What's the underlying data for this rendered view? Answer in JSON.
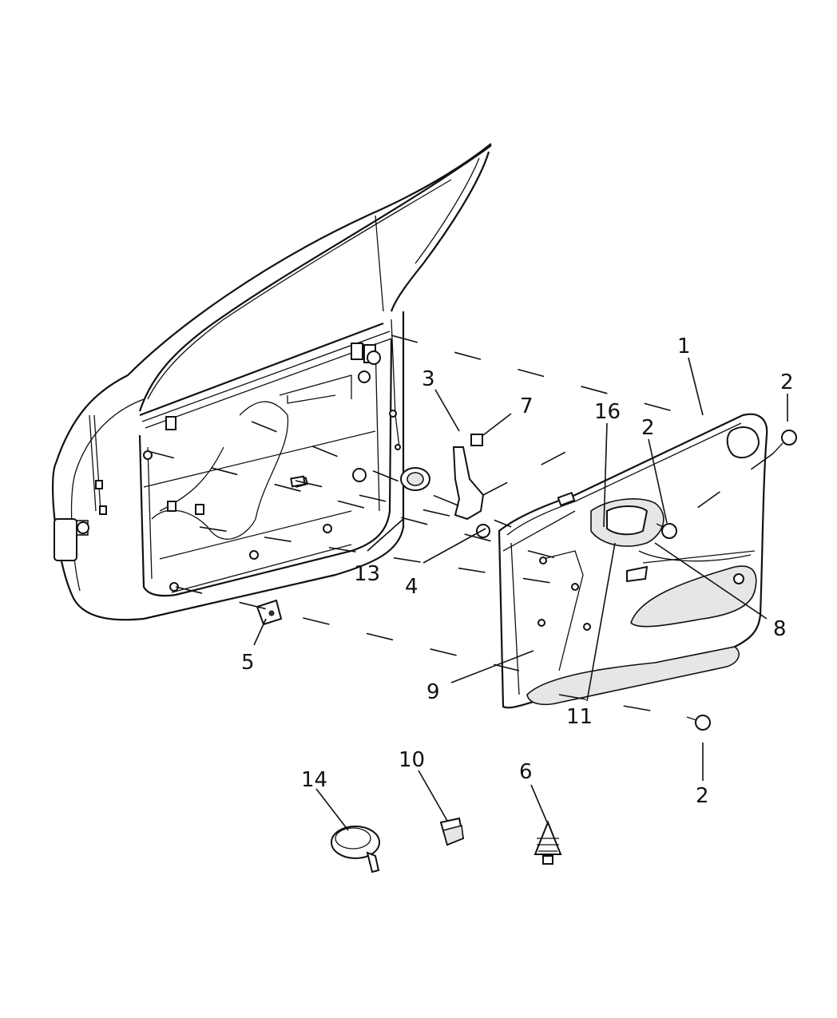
{
  "diagram": {
    "callouts": {
      "c1": "1",
      "c2_upper_right": "2",
      "c2_panel": "2",
      "c2_lower": "2",
      "c3": "3",
      "c4": "4",
      "c5": "5",
      "c6": "6",
      "c7": "7",
      "c8": "8",
      "c9": "9",
      "c10": "10",
      "c11": "11",
      "c13": "13",
      "c14": "14",
      "c16": "16"
    }
  }
}
